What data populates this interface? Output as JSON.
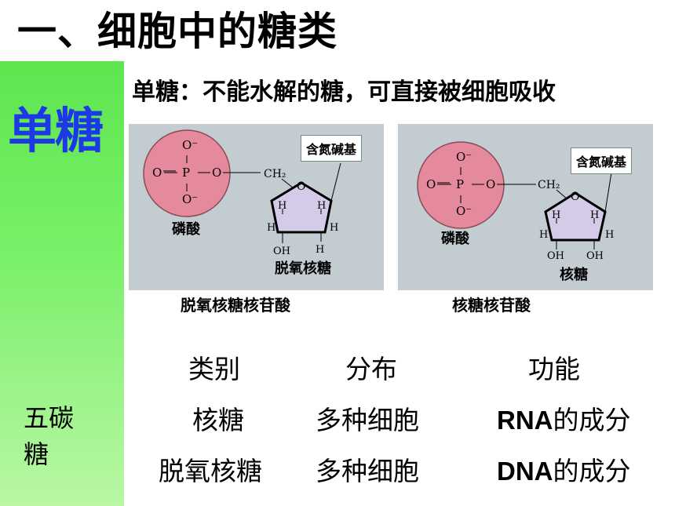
{
  "title": "一、细胞中的糖类",
  "sidebar": {
    "heading": "单糖",
    "category": "五碳糖"
  },
  "subtitle": "单糖：不能水解的糖，可直接被细胞吸收",
  "diagram1": {
    "badge": "含氮碱基",
    "phosphate_label": "磷酸",
    "sugar_label": "脱氧核糖",
    "caption": "脱氧核糖核苷酸",
    "atoms": {
      "o_minus": "O⁻",
      "o": "O",
      "p": "P",
      "ch2": "CH₂",
      "h": "H",
      "oh": "OH"
    }
  },
  "diagram2": {
    "badge": "含氮碱基",
    "phosphate_label": "磷酸",
    "sugar_label": "核糖",
    "caption": "核糖核苷酸",
    "atoms": {
      "o_minus": "O⁻",
      "o": "O",
      "p": "P",
      "ch2": "CH₂",
      "h": "H",
      "oh": "OH"
    }
  },
  "table": {
    "headers": [
      "类别",
      "分布",
      "功能"
    ],
    "rows": [
      {
        "name": "核糖",
        "distribution": "多种细胞",
        "function_abbr": "RNA",
        "function_rest": "的成分"
      },
      {
        "name": "脱氧核糖",
        "distribution": "多种细胞",
        "function_abbr": "DNA",
        "function_rest": "的成分"
      }
    ]
  },
  "colors": {
    "sidebar_green": "#6ded5c",
    "heading_blue": "#1d39e6",
    "phosphate_pink": "#e58a9c",
    "panel_gray": "#c3ccd0"
  }
}
